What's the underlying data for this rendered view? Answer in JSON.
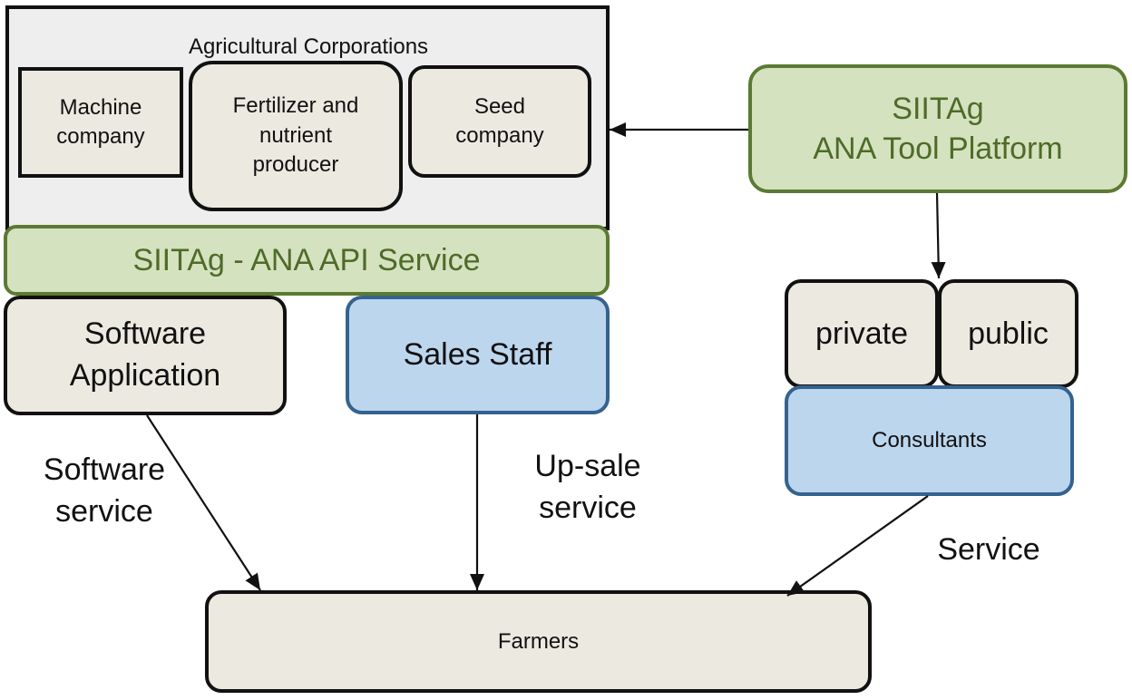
{
  "corp": {
    "title": "Agricultural Corporations",
    "machine": "Machine\ncompany",
    "fertilizer": "Fertilizer and\nnutrient\nproducer",
    "seed": "Seed\ncompany"
  },
  "api_service": "SIITAg - ANA API Service",
  "platform": "SIITAg\nANA Tool Platform",
  "software_app": "Software\nApplication",
  "sales_staff": "Sales Staff",
  "private": "private",
  "public": "public",
  "consultants": "Consultants",
  "labels": {
    "software_service": "Software\nservice",
    "upsale_service": "Up-sale\nservice",
    "service": "Service"
  },
  "farmers": "Farmers",
  "colors": {
    "beige": "#ECEAE0",
    "green_fill": "#D5E2BF",
    "green_border": "#5B7A32",
    "blue_fill": "#BCD6EE",
    "blue_border": "#35628F",
    "panel_fill": "#EEEEEE"
  }
}
